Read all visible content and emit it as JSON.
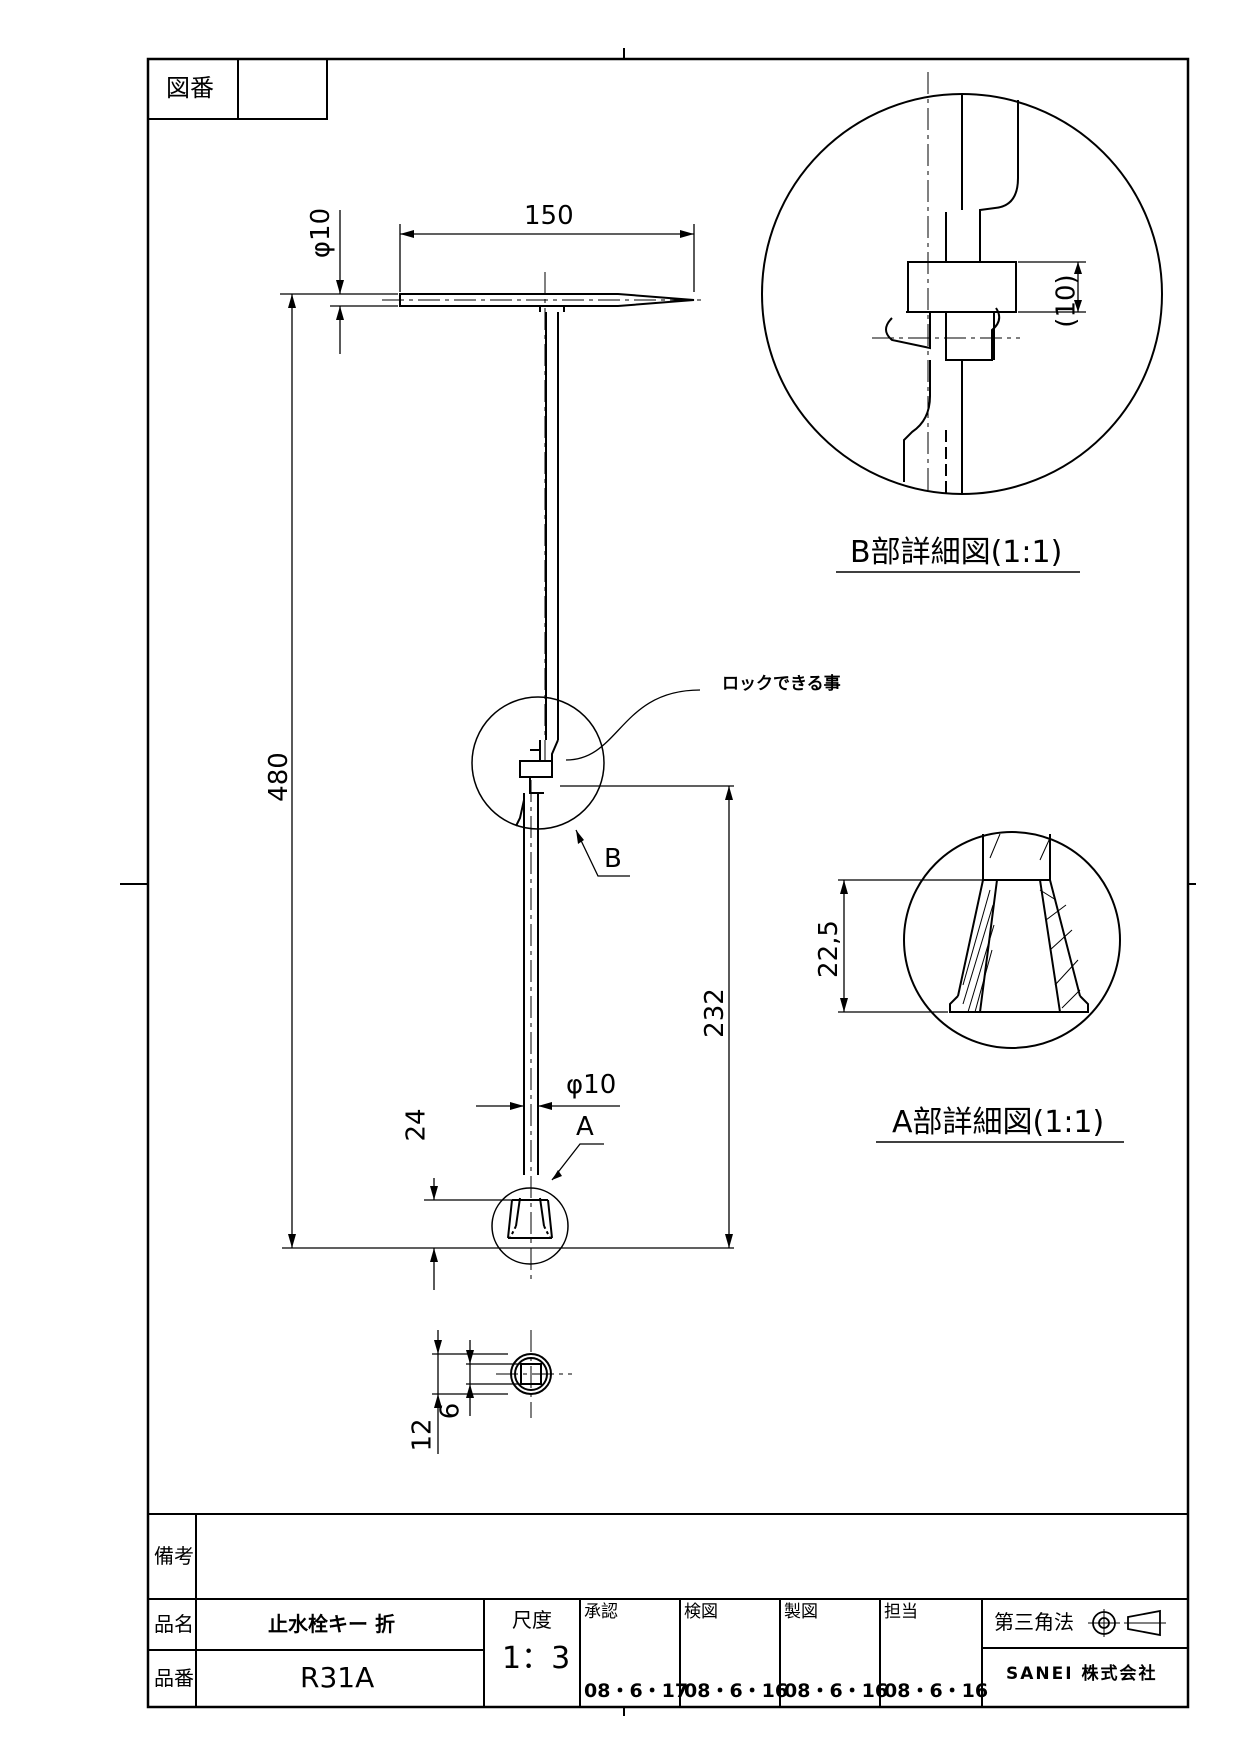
{
  "header": {
    "drawing_number_label": "図番",
    "drawing_number_value": ""
  },
  "dimensions": {
    "handle_length": "150",
    "handle_diameter": "φ10",
    "total_height": "480",
    "lower_shaft_length": "232",
    "shaft_diameter": "φ10",
    "socket_depth": "24",
    "socket_inner": "12",
    "socket_square": "6",
    "detail_b_height": "(10)",
    "detail_a_height": "22,5"
  },
  "annotations": {
    "lock_note": "ロックできる事",
    "marker_b": "B",
    "marker_a": "A"
  },
  "details": {
    "detail_b_title": "B部詳細図(1:1)",
    "detail_a_title": "A部詳細図(1:1)"
  },
  "title_block": {
    "remarks_label": "備考",
    "remarks_value": "",
    "name_label": "品名",
    "name_value": "止水栓キー 折",
    "number_label": "品番",
    "number_value": "R31A",
    "scale_label": "尺度",
    "scale_value": "1：3",
    "approval_label": "承認",
    "check_label": "検図",
    "drafting_label": "製図",
    "charge_label": "担当",
    "approval_date": "08・6・17",
    "check_date": "08・6・16",
    "drafting_date": "08・6・16",
    "charge_date": "08・6・16",
    "projection_label": "第三角法",
    "company": "SANEI 株式会社"
  }
}
